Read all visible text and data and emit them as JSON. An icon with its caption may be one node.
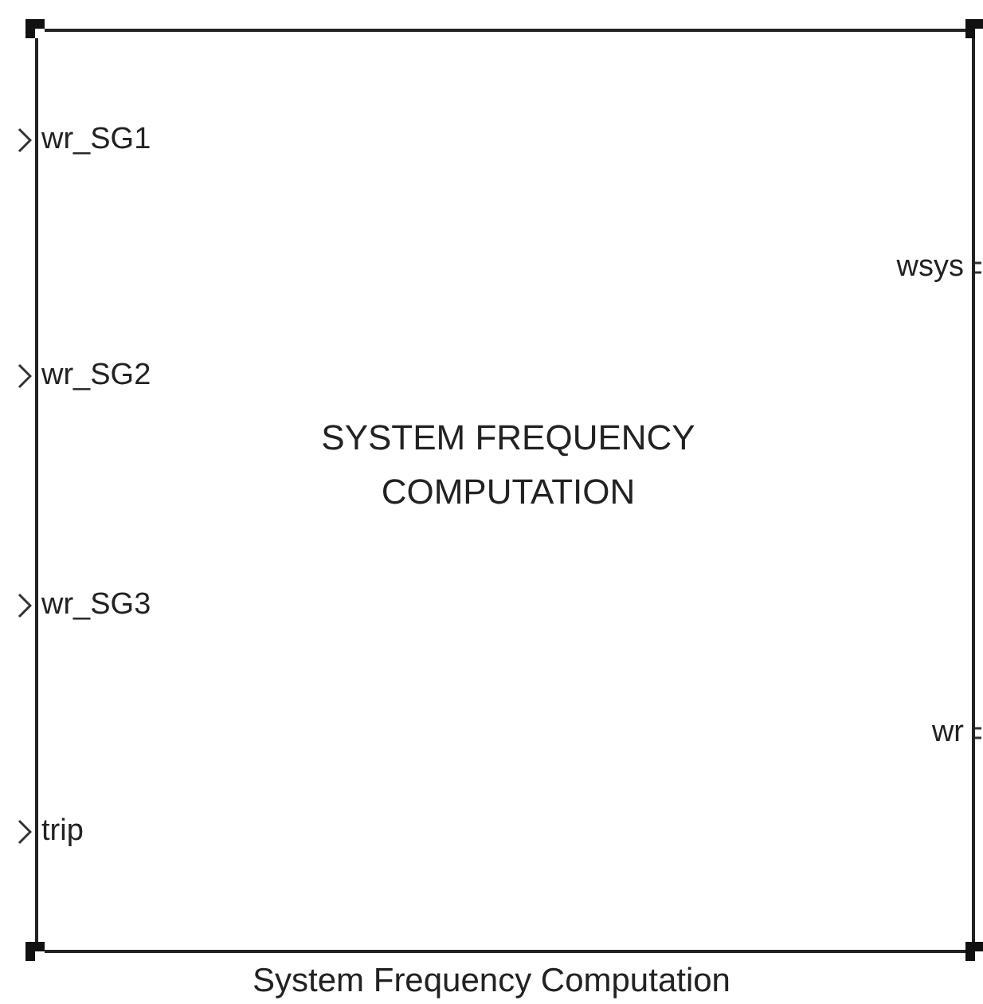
{
  "diagram": {
    "nodes": [
      {
        "text": [
          "SYSTEM FREQUENCY COMPUTATION"
        ],
        "beside": [
          "System Frequency Computation"
        ]
      }
    ],
    "labels": [
      "wr_SG1",
      "wsys",
      "wr_SG2",
      "wr_SG3",
      "wr",
      "trip"
    ]
  }
}
